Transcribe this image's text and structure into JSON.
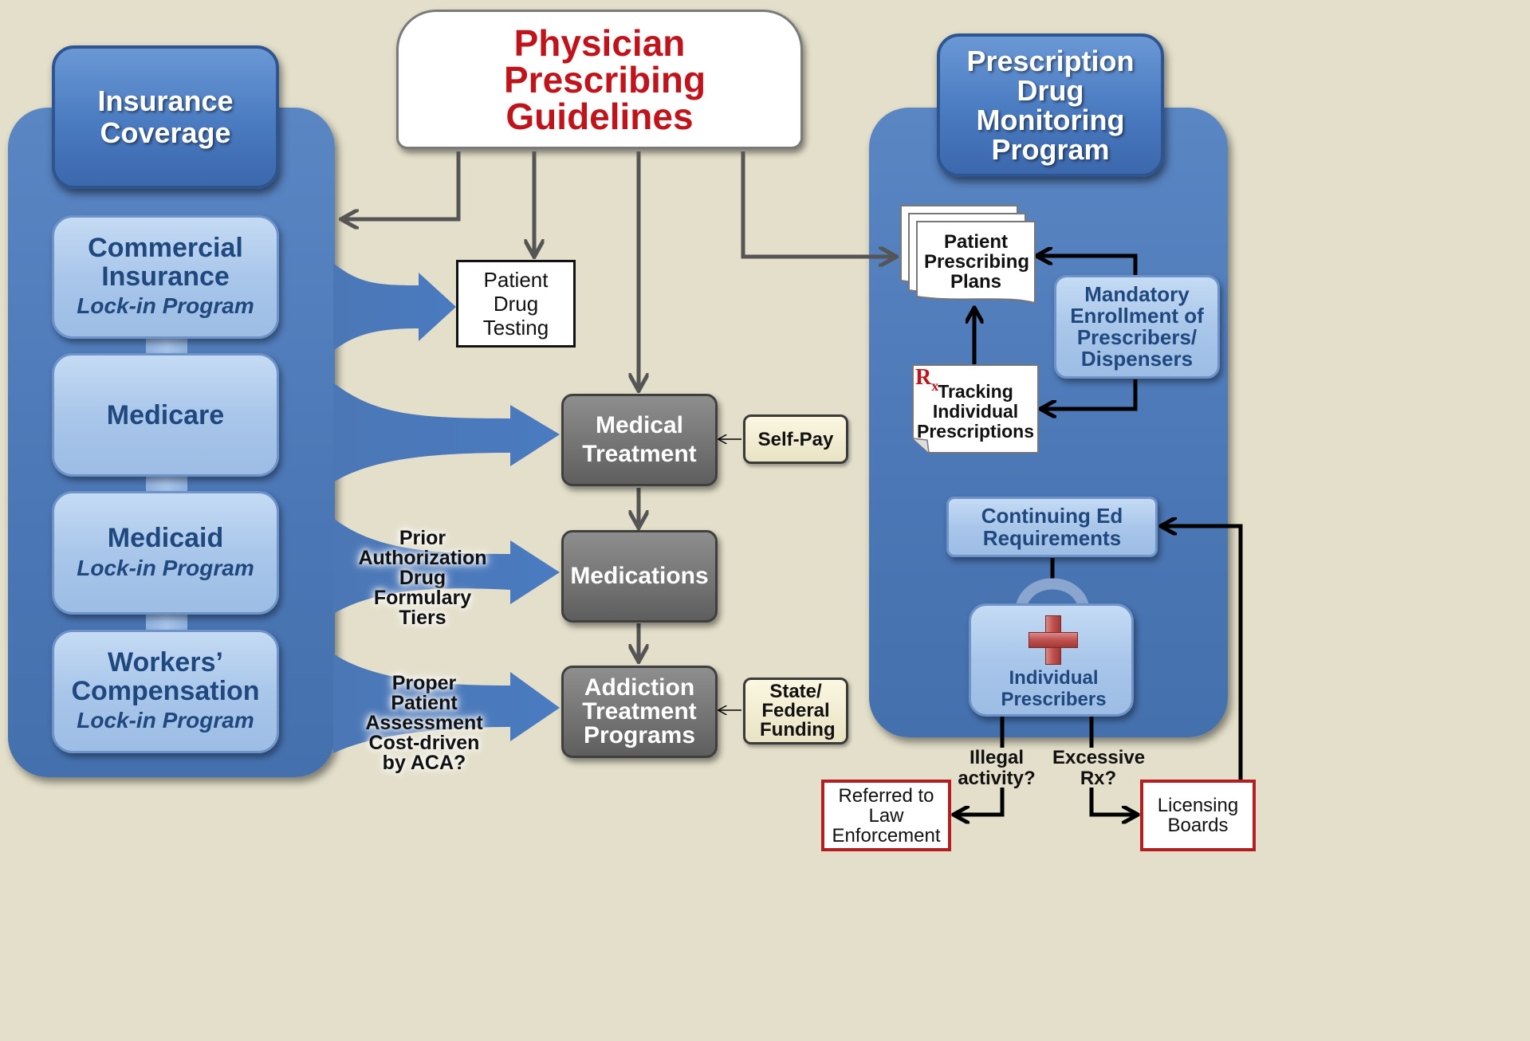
{
  "header": {
    "title": "Physician Prescribing Guidelines"
  },
  "insurance": {
    "title": "Insurance Coverage",
    "items": [
      {
        "name": "Commercial Insurance",
        "sub": "Lock-in Program"
      },
      {
        "name": "Medicare",
        "sub": ""
      },
      {
        "name": "Medicaid",
        "sub": "Lock-in Program"
      },
      {
        "name": "Workers’ Compensation",
        "sub": "Lock-in Program"
      }
    ]
  },
  "center": {
    "drug_testing": "Patient Drug Testing",
    "medical_treatment": "Medical Treatment",
    "medications": "Medications",
    "addiction": "Addiction Treatment Programs",
    "self_pay": "Self-Pay",
    "state_funding": "State/ Federal Funding",
    "medications_label": "Prior Authorization Drug Formulary Tiers",
    "addiction_label": "Proper Patient Assessment Cost-driven by ACA?"
  },
  "pdmp": {
    "title": "Prescription Drug Monitoring Program",
    "plans": "Patient Prescribing Plans",
    "mandatory": "Mandatory Enrollment of Prescribers/ Dispensers",
    "rx_symbol": "R",
    "rx_sub": "x",
    "tracking": "Tracking Individual Prescriptions",
    "ced": "Continuing Ed Requirements",
    "prescribers": "Individual Prescribers",
    "illegal": "Illegal activity?",
    "excessive": "Excessive Rx?",
    "law": "Referred to Law Enforcement",
    "licensing": "Licensing Boards"
  }
}
